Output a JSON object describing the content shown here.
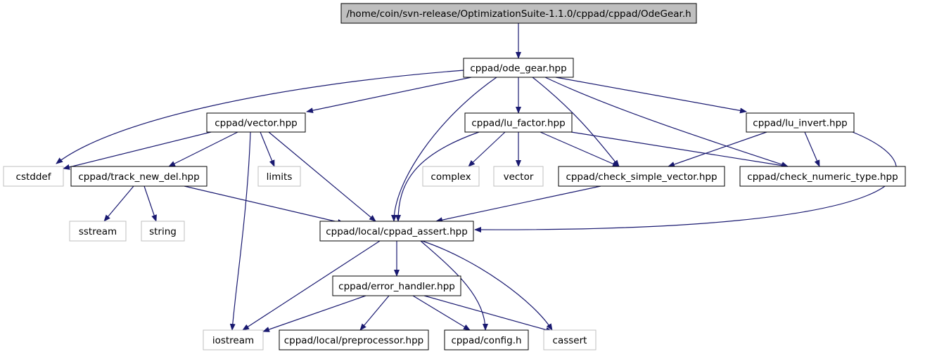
{
  "graph": {
    "root": {
      "id": "root",
      "label": "/home/coin/svn-release/OptimizationSuite-1.1.0/cppad/cppad/OdeGear.h",
      "kind": "root"
    },
    "nodes": [
      {
        "id": "ode_gear",
        "label": "cppad/ode_gear.hpp",
        "kind": "documented"
      },
      {
        "id": "vector_hpp",
        "label": "cppad/vector.hpp",
        "kind": "documented"
      },
      {
        "id": "lu_factor",
        "label": "cppad/lu_factor.hpp",
        "kind": "documented"
      },
      {
        "id": "lu_invert",
        "label": "cppad/lu_invert.hpp",
        "kind": "documented"
      },
      {
        "id": "cstddef",
        "label": "cstddef",
        "kind": "external"
      },
      {
        "id": "track_new_del",
        "label": "cppad/track_new_del.hpp",
        "kind": "documented"
      },
      {
        "id": "limits",
        "label": "limits",
        "kind": "external"
      },
      {
        "id": "complex",
        "label": "complex",
        "kind": "external"
      },
      {
        "id": "vector",
        "label": "vector",
        "kind": "external"
      },
      {
        "id": "check_simple_vector",
        "label": "cppad/check_simple_vector.hpp",
        "kind": "documented"
      },
      {
        "id": "check_numeric_type",
        "label": "cppad/check_numeric_type.hpp",
        "kind": "documented"
      },
      {
        "id": "sstream",
        "label": "sstream",
        "kind": "external"
      },
      {
        "id": "string",
        "label": "string",
        "kind": "external"
      },
      {
        "id": "cppad_assert",
        "label": "cppad/local/cppad_assert.hpp",
        "kind": "documented"
      },
      {
        "id": "error_handler",
        "label": "cppad/error_handler.hpp",
        "kind": "documented"
      },
      {
        "id": "iostream",
        "label": "iostream",
        "kind": "external"
      },
      {
        "id": "preprocessor",
        "label": "cppad/local/preprocessor.hpp",
        "kind": "documented"
      },
      {
        "id": "config",
        "label": "cppad/config.h",
        "kind": "documented"
      },
      {
        "id": "cassert",
        "label": "cassert",
        "kind": "external"
      }
    ],
    "edges": [
      [
        "root",
        "ode_gear"
      ],
      [
        "ode_gear",
        "cstddef"
      ],
      [
        "ode_gear",
        "vector_hpp"
      ],
      [
        "ode_gear",
        "cppad_assert"
      ],
      [
        "ode_gear",
        "lu_factor"
      ],
      [
        "ode_gear",
        "check_simple_vector"
      ],
      [
        "ode_gear",
        "check_numeric_type"
      ],
      [
        "ode_gear",
        "lu_invert"
      ],
      [
        "vector_hpp",
        "cstddef"
      ],
      [
        "vector_hpp",
        "track_new_del"
      ],
      [
        "vector_hpp",
        "iostream"
      ],
      [
        "vector_hpp",
        "limits"
      ],
      [
        "vector_hpp",
        "cppad_assert"
      ],
      [
        "track_new_del",
        "sstream"
      ],
      [
        "track_new_del",
        "string"
      ],
      [
        "track_new_del",
        "cppad_assert"
      ],
      [
        "lu_factor",
        "cppad_assert"
      ],
      [
        "lu_factor",
        "complex"
      ],
      [
        "lu_factor",
        "vector"
      ],
      [
        "lu_factor",
        "check_simple_vector"
      ],
      [
        "lu_factor",
        "check_numeric_type"
      ],
      [
        "lu_invert",
        "check_simple_vector"
      ],
      [
        "lu_invert",
        "check_numeric_type"
      ],
      [
        "lu_invert",
        "cppad_assert"
      ],
      [
        "check_simple_vector",
        "cppad_assert"
      ],
      [
        "cppad_assert",
        "error_handler"
      ],
      [
        "cppad_assert",
        "iostream"
      ],
      [
        "cppad_assert",
        "config"
      ],
      [
        "cppad_assert",
        "cassert"
      ],
      [
        "error_handler",
        "iostream"
      ],
      [
        "error_handler",
        "preprocessor"
      ],
      [
        "error_handler",
        "config"
      ],
      [
        "error_handler",
        "cassert"
      ]
    ]
  },
  "colors": {
    "edge": "#191970",
    "node_border": "#000000",
    "external_border": "#bfbfbf",
    "root_fill": "#bfbfbf",
    "text": "#000000",
    "background": "#ffffff"
  }
}
